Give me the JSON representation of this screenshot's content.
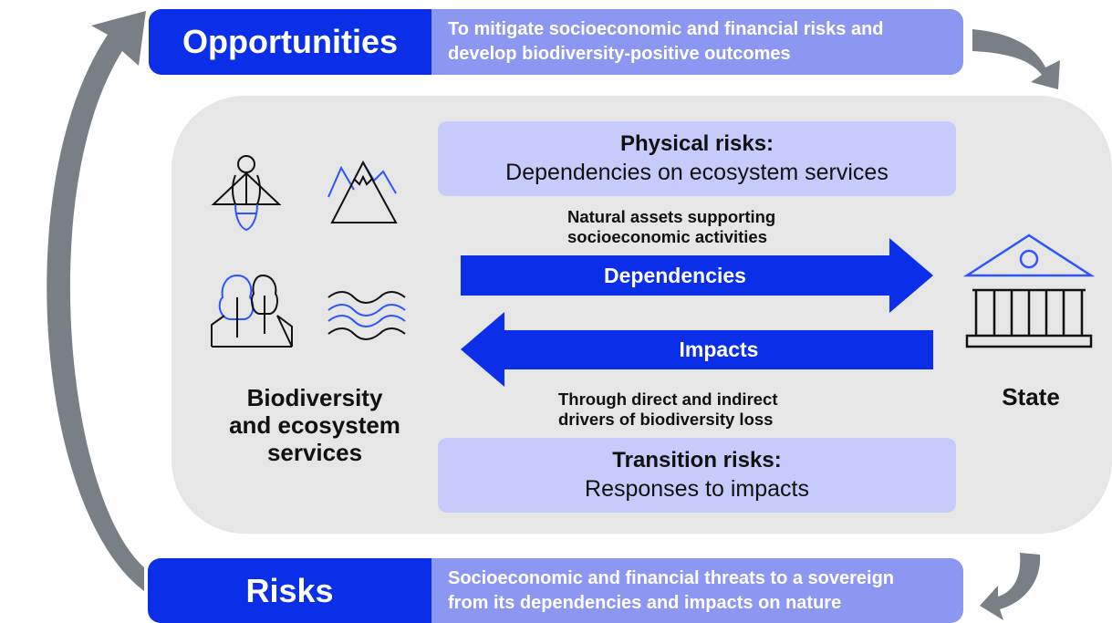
{
  "opportunities": {
    "label": "Opportunities",
    "desc_line1": "To mitigate socioeconomic and financial risks and",
    "desc_line2": "develop biodiversity-positive outcomes"
  },
  "risks": {
    "label": "Risks",
    "desc_line1": "Socioeconomic and financial threats to a sovereign",
    "desc_line2": "from its dependencies and impacts on nature"
  },
  "physical_risks": {
    "title": "Physical risks:",
    "subtitle": "Dependencies on ecosystem services"
  },
  "transition_risks": {
    "title": "Transition risks:",
    "subtitle": "Responses to impacts"
  },
  "dependencies": {
    "note_line1": "Natural assets supporting",
    "note_line2": "socioeconomic activities",
    "label": "Dependencies"
  },
  "impacts": {
    "label": "Impacts",
    "note_line1": "Through direct and indirect",
    "note_line2": "drivers of biodiversity loss"
  },
  "biodiversity_label": {
    "line1": "Biodiversity",
    "line2": "and ecosystem",
    "line3": "services"
  },
  "state_label": "State",
  "icons": [
    "bee-icon",
    "mountain-icon",
    "trees-icon",
    "water-waves-icon",
    "government-building-icon"
  ],
  "colors": {
    "primary_blue": "#0b2fe8",
    "light_blue": "#8c97f2",
    "pale_blue": "#c7cbfb",
    "panel_gray": "#e6e6e6",
    "cycle_arrow_gray": "#7a7f86"
  }
}
